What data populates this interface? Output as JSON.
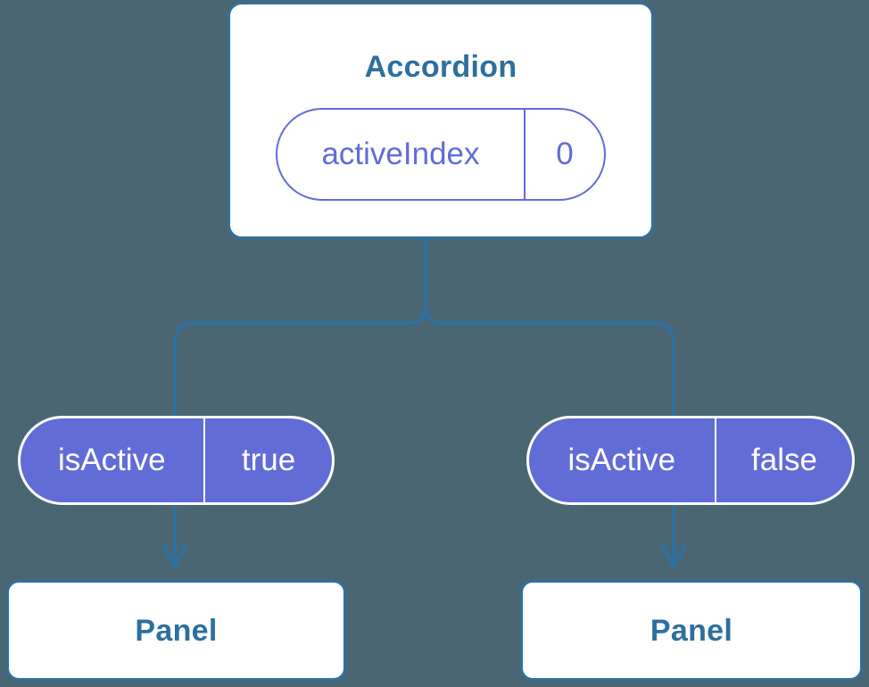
{
  "colors": {
    "background": "#4a6673",
    "line_blue": "#2f709e",
    "text_blue": "#2e6f9e",
    "purple": "#626cd6",
    "box_bg": "#ffffff",
    "pill_text_light": "#ffffff"
  },
  "diagram": {
    "root": {
      "title": "Accordion",
      "state_pill": {
        "name": "activeIndex",
        "value": "0"
      }
    },
    "children": [
      {
        "prop_pill": {
          "name": "isActive",
          "value": "true"
        },
        "box_title": "Panel"
      },
      {
        "prop_pill": {
          "name": "isActive",
          "value": "false"
        },
        "box_title": "Panel"
      }
    ]
  }
}
